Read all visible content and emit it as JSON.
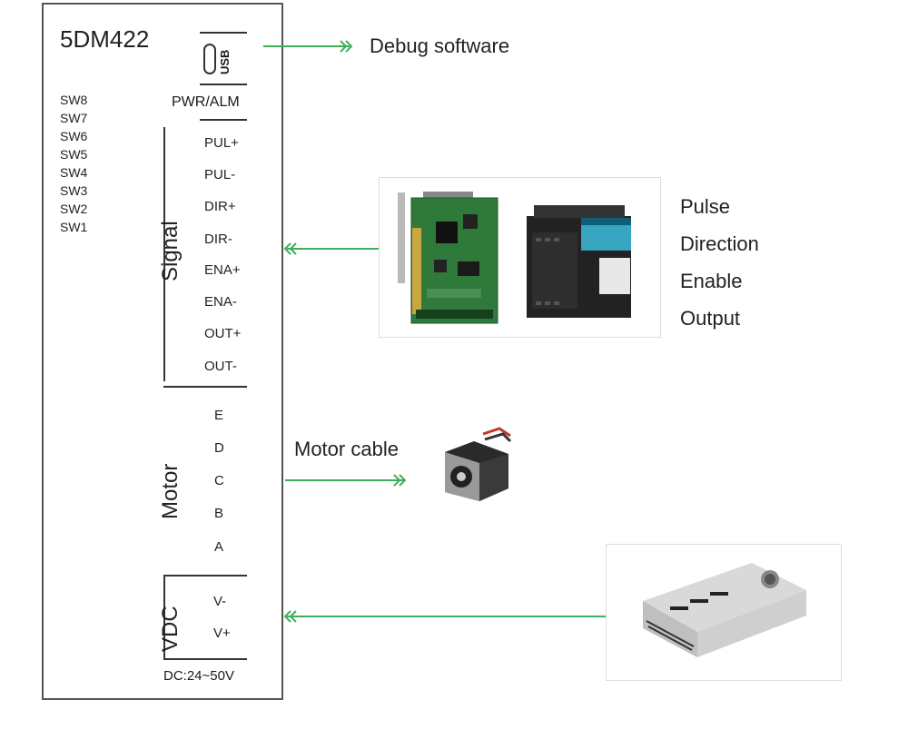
{
  "driver": {
    "model": "5DM422",
    "usb_label": "USB",
    "pwr_alm": "PWR/ALM",
    "switches": [
      "SW8",
      "SW7",
      "SW6",
      "SW5",
      "SW4",
      "SW3",
      "SW2",
      "SW1"
    ],
    "sections": {
      "signal": {
        "label": "Signal",
        "pins": [
          "PUL+",
          "PUL-",
          "DIR+",
          "DIR-",
          "ENA+",
          "ENA-",
          "OUT+",
          "OUT-"
        ]
      },
      "motor": {
        "label": "Motor",
        "pins": [
          "E",
          "D",
          "C",
          "B",
          "A"
        ]
      },
      "vdc": {
        "label": "VDC",
        "pins": [
          "V-",
          "V+"
        ]
      }
    },
    "voltage": "DC:24~50V"
  },
  "connections": {
    "usb": {
      "label": "Debug software"
    },
    "signal": {
      "labels": [
        "Pulse",
        "Direction",
        "Enable",
        "Output"
      ]
    },
    "motor": {
      "label": "Motor cable"
    }
  },
  "colors": {
    "arrow": "#3fae5a",
    "border": "#555555"
  }
}
